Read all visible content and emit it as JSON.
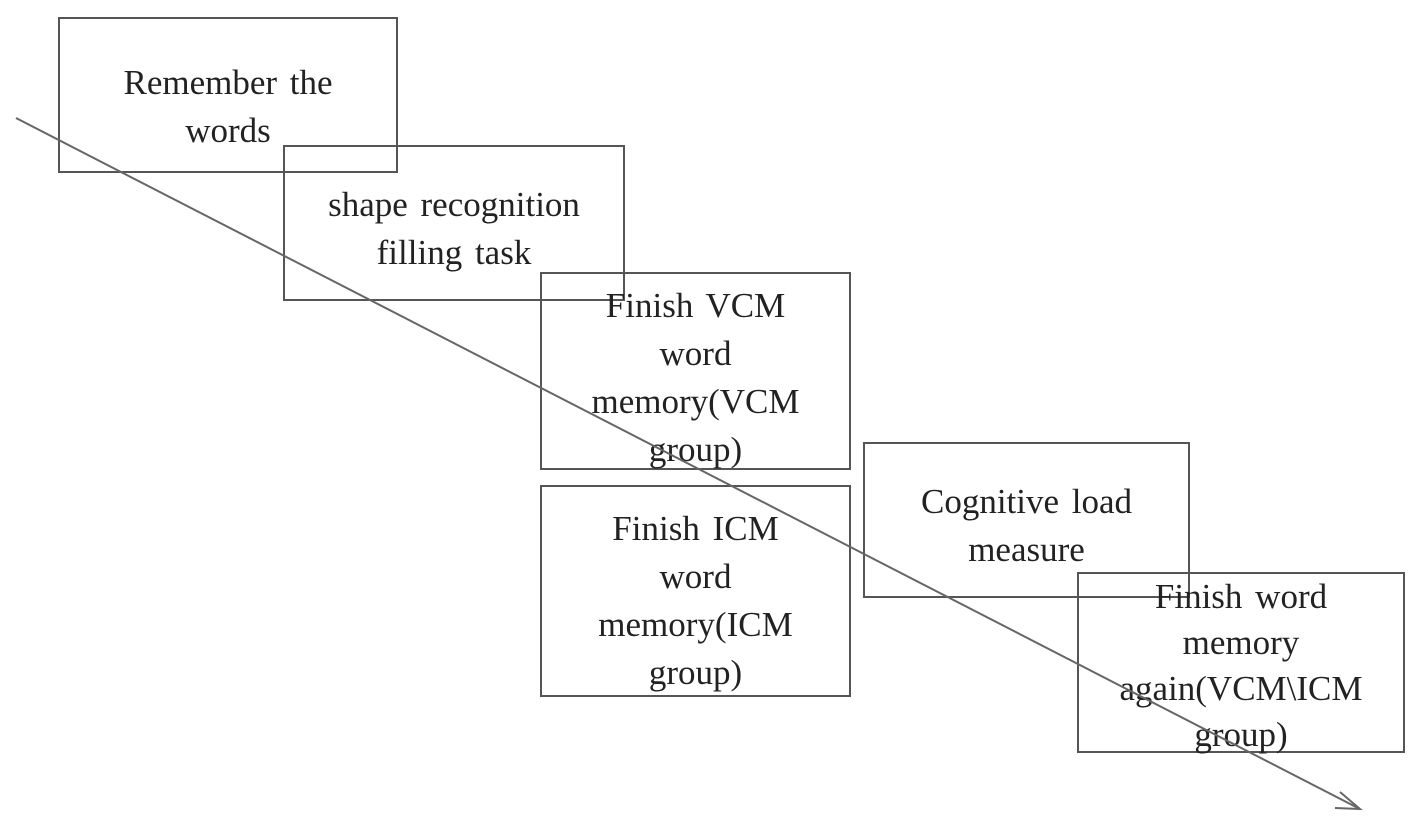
{
  "diagram": {
    "steps": [
      {
        "id": "remember",
        "label": "Remember the words"
      },
      {
        "id": "shape",
        "label": "shape recognition filling task"
      },
      {
        "id": "vcm",
        "label": "Finish VCM word memory(VCM group)"
      },
      {
        "id": "icm",
        "label": "Finish ICM word memory(ICM group)"
      },
      {
        "id": "cognitive",
        "label": "Cognitive load measure"
      },
      {
        "id": "again",
        "label": "Finish word memory again(VCM\\ICM group)"
      }
    ],
    "arrow": {
      "color": "#666666",
      "direction": "down-right"
    },
    "box_border_color": "#555555"
  }
}
